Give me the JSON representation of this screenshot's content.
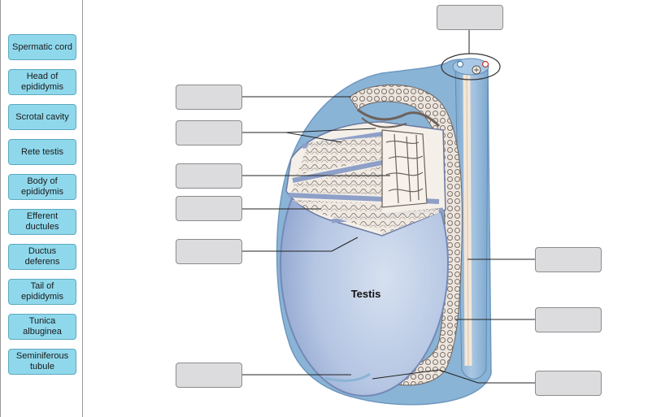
{
  "terms": [
    {
      "label": "Spermatic cord"
    },
    {
      "label": "Head of epididymis"
    },
    {
      "label": "Scrotal cavity"
    },
    {
      "label": "Rete testis"
    },
    {
      "label": "Body of epididymis"
    },
    {
      "label": "Efferent ductules"
    },
    {
      "label": "Ductus deferens"
    },
    {
      "label": "Tail of epididymis"
    },
    {
      "label": "Tunica albuginea"
    },
    {
      "label": "Seminiferous tubule"
    }
  ],
  "diagram": {
    "testis_label": "Testis"
  },
  "colors": {
    "term_fill": "#8fd8ec",
    "drop_fill": "#dcdcde",
    "tunica_blue": "#8ab4d6",
    "testis_fill": "#c3d1e8",
    "tubule_fill": "#efe9e2"
  }
}
